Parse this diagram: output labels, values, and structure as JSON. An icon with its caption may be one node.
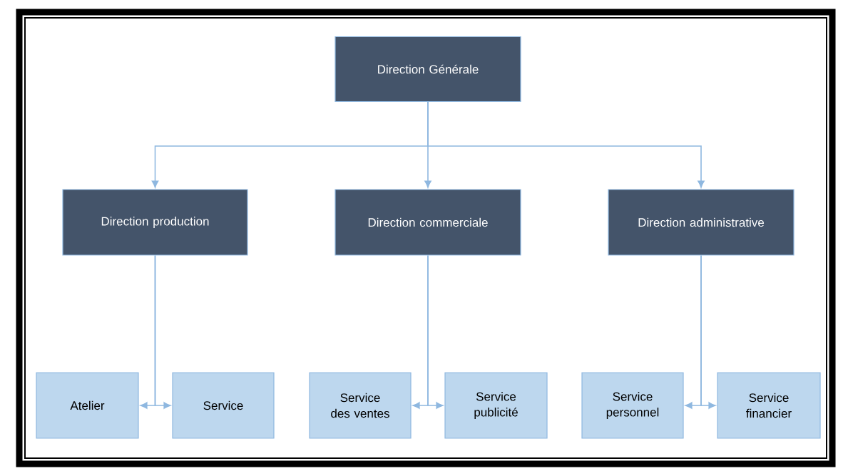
{
  "diagram": {
    "nodes": [
      {
        "text": [
          "Direction Générale"
        ]
      },
      {
        "text": [
          "Direction production"
        ]
      },
      {
        "text": [
          "Direction commerciale"
        ]
      },
      {
        "text": [
          "Direction administrative"
        ]
      },
      {
        "text": [
          "Atelier"
        ]
      },
      {
        "text": [
          "Service"
        ]
      },
      {
        "text": [
          "Service des ventes"
        ]
      },
      {
        "text": [
          "Service publicité"
        ]
      },
      {
        "text": [
          "Service personnel"
        ]
      },
      {
        "text": [
          "Service financier"
        ]
      }
    ],
    "edges": [
      {
        "from": 0,
        "to": 1,
        "arrow": "to"
      },
      {
        "from": 0,
        "to": 2,
        "arrow": "to"
      },
      {
        "from": 0,
        "to": 3,
        "arrow": "to"
      },
      {
        "from": 1,
        "to": 4,
        "arrow": "to"
      },
      {
        "from": 1,
        "to": 5,
        "arrow": "to"
      },
      {
        "from": 2,
        "to": 6,
        "arrow": "to"
      },
      {
        "from": 2,
        "to": 7,
        "arrow": "to"
      },
      {
        "from": 3,
        "to": 8,
        "arrow": "to"
      },
      {
        "from": 3,
        "to": 9,
        "arrow": "to"
      }
    ]
  }
}
